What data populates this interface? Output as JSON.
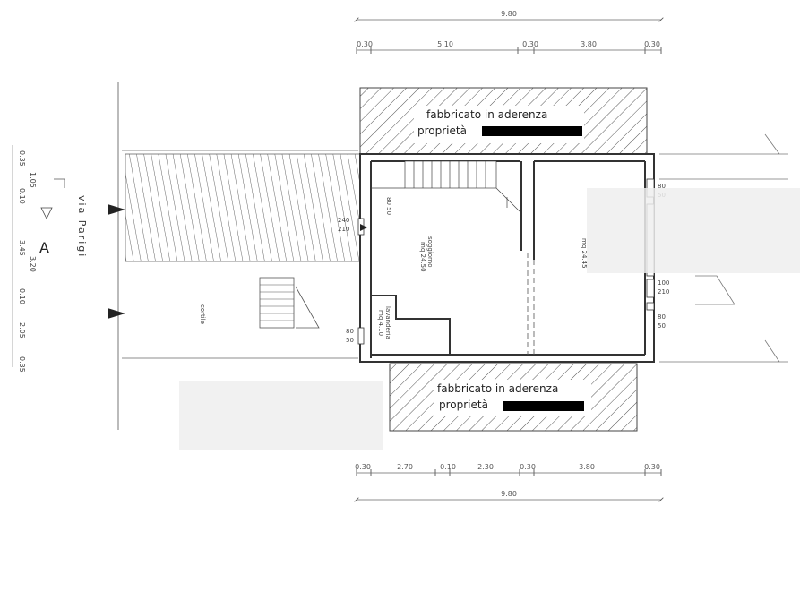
{
  "dims_top": {
    "total": "9.80",
    "segments": [
      "0.30",
      "5.10",
      "0.30",
      "3.80",
      "0.30"
    ]
  },
  "dims_bottom": {
    "segments": [
      "0.30",
      "2.70",
      "0.10",
      "2.30",
      "0.30",
      "3.80",
      "0.30"
    ],
    "total": "9.80"
  },
  "dims_left": [
    "0.35",
    "1.05",
    "0.10",
    "3.45",
    "3.20",
    "0.10",
    "2.05",
    "0.35"
  ],
  "neighbor_top": {
    "line1": "fabbricato in aderenza",
    "line2": "proprietà"
  },
  "neighbor_bottom": {
    "line1": "fabbricato in aderenza",
    "line2": "proprietà"
  },
  "section_marker": "A",
  "street": "via Parigi",
  "rooms": {
    "cortile": "cortile",
    "soggiorno_name": "soggiorno",
    "soggiorno_area": "mq 24.50",
    "room_right_area": "mq 24.45",
    "lavanderia_name": "lavanderia",
    "lavanderia_area": "mq 4.10"
  },
  "openings": {
    "stair_mark": "80 50",
    "door_main_top": "240",
    "door_main_bottom": "210",
    "window_left_top": "80",
    "window_left_bottom": "50",
    "right_window1_top": "80",
    "right_window1_bottom": "50",
    "right_door_top": "100",
    "right_door_bottom": "210",
    "right_window2_top": "80",
    "right_window2_bottom": "50"
  }
}
